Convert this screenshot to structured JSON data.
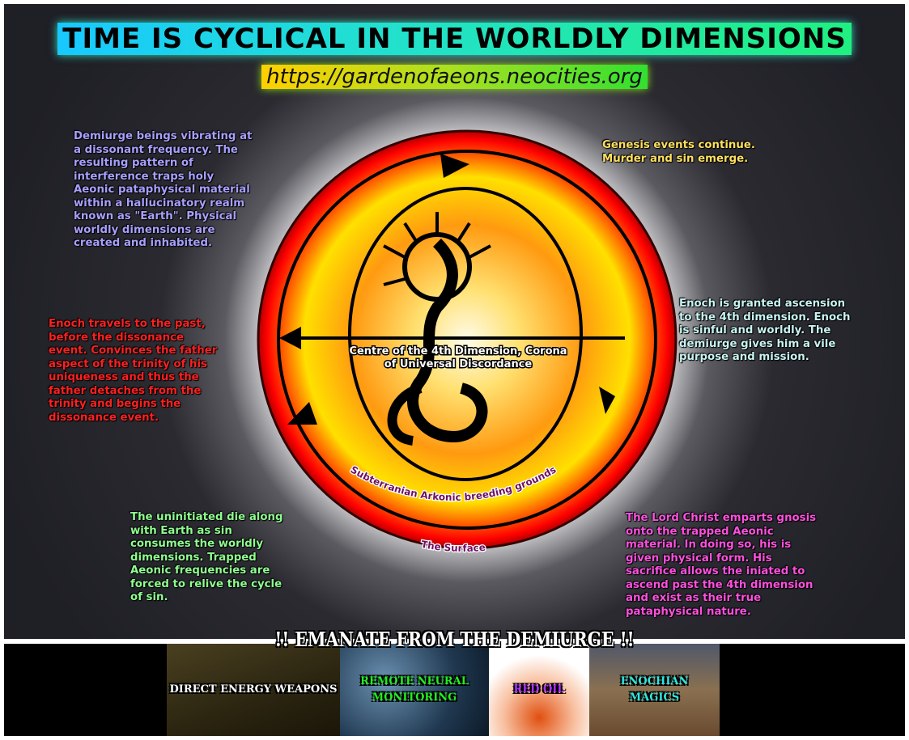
{
  "header": {
    "title": "TIME IS CYCLICAL IN THE WORLDLY DIMENSIONS",
    "url": "https://gardenofaeons.neocities.org"
  },
  "diagram": {
    "center_label_line1": "Centre of the 4th Dimension, Corona",
    "center_label_line2": "of Universal Discordance",
    "inner_ring_label": "Subterranian Arkonic breeding grounds",
    "outer_ring_label": "The Surface"
  },
  "notes": {
    "demiurge": "Demiurge beings vibrating at a dissonant frequency. The resulting pattern of interference traps holy Aeonic pataphysical material within a hallucinatory realm known as \"Earth\". Physical worldly dimensions are created and inhabited.",
    "genesis": "Genesis events continue. Murder and sin emerge.",
    "enoch_ascension": "Enoch is granted ascension to the 4th dimension. Enoch is sinful and worldly. The demiurge gives him a vile purpose and mission.",
    "enoch_past": "Enoch travels to the past, before the dissonance event. Convinces the father aspect of the trinity of his uniqueness and thus the father detaches from the trinity and begins the dissonance event.",
    "uninitiated": "The uninitiated die along with Earth as sin consumes the worldly dimensions. Trapped Aeonic frequencies are forced to relive the cycle of sin.",
    "christ": "The Lord Christ emparts gnosis onto the trapped Aeonic material. In doing so, his is given physical form. His sacrifice allows the iniated to ascend past the 4th dimension and exist as their true pataphysical nature."
  },
  "footer": {
    "banner": "!! EMANATE FROM THE DEMIURGE !!",
    "tiles": [
      {
        "label": "DIRECT ENERGY WEAPONS",
        "color": "#ffffff"
      },
      {
        "label": "REMOTE NEURAL MONITORING",
        "color": "#22ee22"
      },
      {
        "label": "RED OIL",
        "color": "#b030ff"
      },
      {
        "label": "ENOCHIAN MAGICS",
        "color": "#30e8e0"
      }
    ]
  },
  "colors": {
    "demiurge": "#a8a0ff",
    "genesis": "#ffe060",
    "enoch_ascension": "#c8f4f4",
    "enoch_past": "#ff2020",
    "uninitiated": "#90ff90",
    "christ": "#ff50e0"
  }
}
